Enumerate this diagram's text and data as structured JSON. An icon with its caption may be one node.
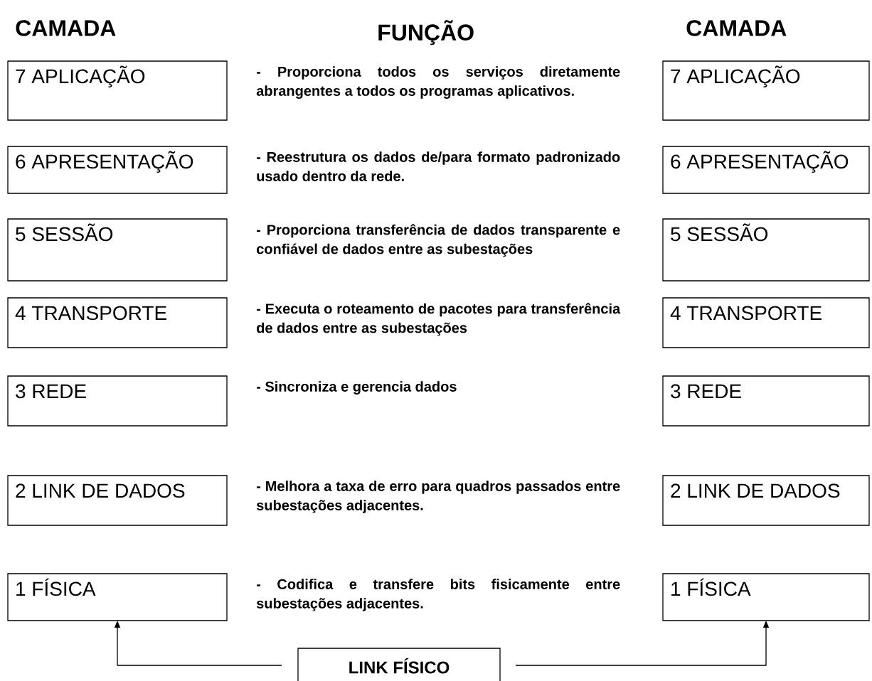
{
  "diagram": {
    "nodes": [
      {
        "text": [
          "7 APLICAÇÃO"
        ]
      },
      {
        "text": [
          "6 APRESENTAÇÃO"
        ]
      },
      {
        "text": [
          "5 SESSÃO"
        ]
      },
      {
        "text": [
          "4 TRANSPORTE"
        ]
      },
      {
        "text": [
          "3 REDE"
        ]
      },
      {
        "text": [
          "2 LINK DE DADOS"
        ]
      },
      {
        "text": [
          "1 FÍSICA"
        ]
      },
      {
        "text": [
          "7 APLICAÇÃO"
        ]
      },
      {
        "text": [
          "6 APRESENTAÇÃO"
        ]
      },
      {
        "text": [
          "5 SESSÃO"
        ]
      },
      {
        "text": [
          "4 TRANSPORTE"
        ]
      },
      {
        "text": [
          "3 REDE"
        ]
      },
      {
        "text": [
          "2 LINK DE DADOS"
        ]
      },
      {
        "text": [
          "1 FÍSICA"
        ]
      },
      {
        "text": [
          "LINK FÍSICO"
        ]
      }
    ],
    "edges": [
      {
        "from": 14,
        "to": 6,
        "arrow": "to"
      },
      {
        "from": 14,
        "to": 13,
        "arrow": "to"
      }
    ],
    "labels": [
      "CAMADA",
      "FUNÇÃO",
      "CAMADA",
      "- Proporciona todos os serviços diretamente abrangentes a todos os programas aplicativos.",
      "- Reestrutura os dados de/para formato padronizado usado dentro da rede.",
      "- Proporciona transferência de dados transparente e confiável de dados entre as subestações",
      "- Executa o roteamento de pacotes para transferência de dados entre as subestações",
      "- Sincroniza e gerencia dados",
      "- Melhora a taxa de erro para quadros passados entre subestações adjacentes.",
      "- Codifica e transfere bits fisicamente entre subestações adjacentes."
    ]
  }
}
